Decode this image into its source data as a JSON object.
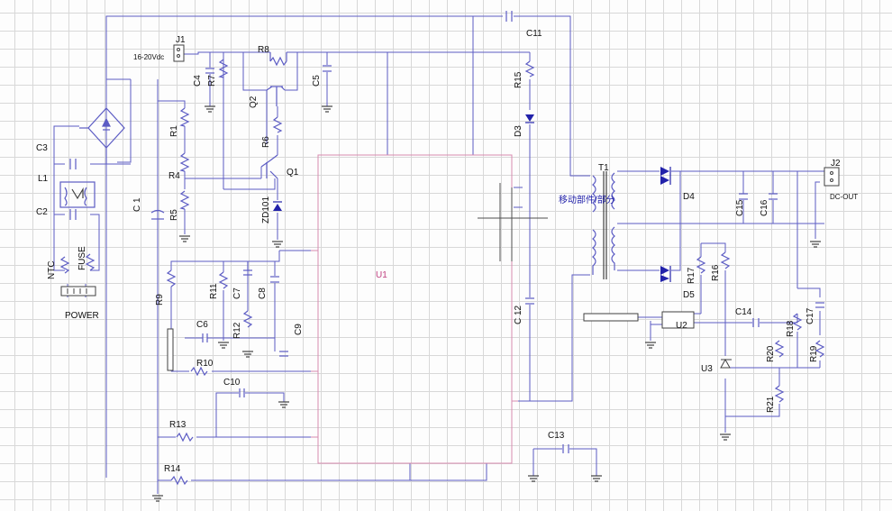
{
  "labels": {
    "j1": "J1",
    "vin": "16-20Vdc",
    "r8": "R8",
    "c11": "C11",
    "c4": "C4",
    "r7": "R7",
    "q2": "Q2",
    "c5": "C5",
    "r15": "R15",
    "c3": "C3",
    "l1": "L1",
    "c2": "C2",
    "r1": "R1",
    "r4": "R4",
    "r5": "R5",
    "c1": "C 1",
    "r6": "R6",
    "q1": "Q1",
    "zd101": "ZD101",
    "d3": "D3",
    "t1": "T1",
    "j2": "J2",
    "dcout": "DC-OUT",
    "d4": "D4",
    "c15": "C15",
    "c16": "C16",
    "ntc": "NTC",
    "fuse": "FUSE",
    "power": "POWER",
    "u1": "U1",
    "r9": "R9",
    "r11": "R11",
    "c7": "C7",
    "c8": "C8",
    "c6": "C6",
    "r12": "R12",
    "c9": "C9",
    "c12": "C 12",
    "r17": "R17",
    "r16": "R16",
    "d5": "D5",
    "c14": "C14",
    "u2": "U2",
    "r18": "R18",
    "c17": "C17",
    "r10": "R10",
    "c10": "C10",
    "r20": "R20",
    "r19": "R19",
    "u3": "U3",
    "r13": "R13",
    "r21": "R21",
    "c13": "C13",
    "r14": "R14",
    "transformer_note": "移动部件/部分"
  }
}
